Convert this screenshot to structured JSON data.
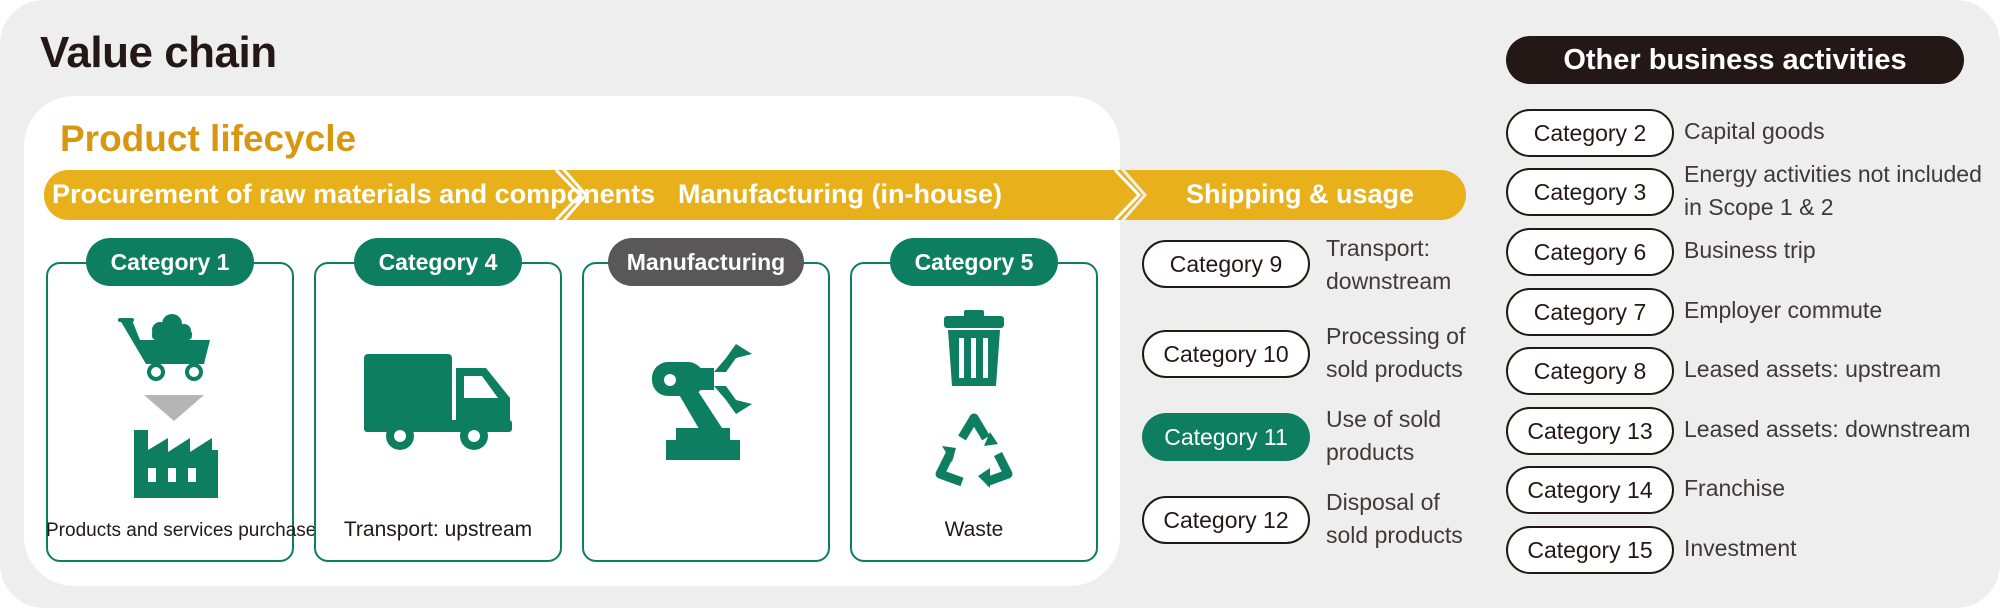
{
  "title": "Value chain",
  "product_lifecycle": {
    "title": "Product lifecycle",
    "stages": [
      "Procurement of raw materials and components",
      "Manufacturing (in-house)",
      "Shipping & usage"
    ],
    "boxes": [
      {
        "badge": "Category 1",
        "caption": "Products and services purchased",
        "icons": [
          "shopping-cart-icon",
          "arrow-down-icon",
          "factory-icon"
        ]
      },
      {
        "badge": "Category 4",
        "caption": "Transport: upstream",
        "icons": [
          "truck-icon"
        ]
      },
      {
        "badge": "Manufacturing",
        "caption": "",
        "icons": [
          "robot-arm-icon"
        ]
      },
      {
        "badge": "Category 5",
        "caption": "Waste",
        "icons": [
          "trash-can-icon",
          "recycle-icon"
        ]
      }
    ]
  },
  "shipping_categories": [
    {
      "label": "Category 9",
      "desc_line1": "Transport:",
      "desc_line2": "downstream",
      "highlighted": false
    },
    {
      "label": "Category 10",
      "desc_line1": "Processing of",
      "desc_line2": "sold products",
      "highlighted": false
    },
    {
      "label": "Category 11",
      "desc_line1": "Use of sold",
      "desc_line2": "products",
      "highlighted": true
    },
    {
      "label": "Category 12",
      "desc_line1": "Disposal of",
      "desc_line2": "sold products",
      "highlighted": false
    }
  ],
  "other_business": {
    "title": "Other business activities",
    "items": [
      {
        "label": "Category 2",
        "desc_line1": "Capital goods",
        "desc_line2": ""
      },
      {
        "label": "Category 3",
        "desc_line1": "Energy activities not included",
        "desc_line2": "in Scope 1 & 2"
      },
      {
        "label": "Category 6",
        "desc_line1": "Business trip",
        "desc_line2": ""
      },
      {
        "label": "Category 7",
        "desc_line1": "Employer commute",
        "desc_line2": ""
      },
      {
        "label": "Category 8",
        "desc_line1": "Leased assets: upstream",
        "desc_line2": ""
      },
      {
        "label": "Category 13",
        "desc_line1": "Leased assets: downstream",
        "desc_line2": ""
      },
      {
        "label": "Category 14",
        "desc_line1": "Franchise",
        "desc_line2": ""
      },
      {
        "label": "Category 15",
        "desc_line1": "Investment",
        "desc_line2": ""
      }
    ]
  },
  "colors": {
    "green": "#0e7e61",
    "gold": "#e8b01b",
    "gold_text": "#d9960f",
    "dark": "#231815",
    "gray_badge": "#595757",
    "background": "#eeeeee"
  }
}
